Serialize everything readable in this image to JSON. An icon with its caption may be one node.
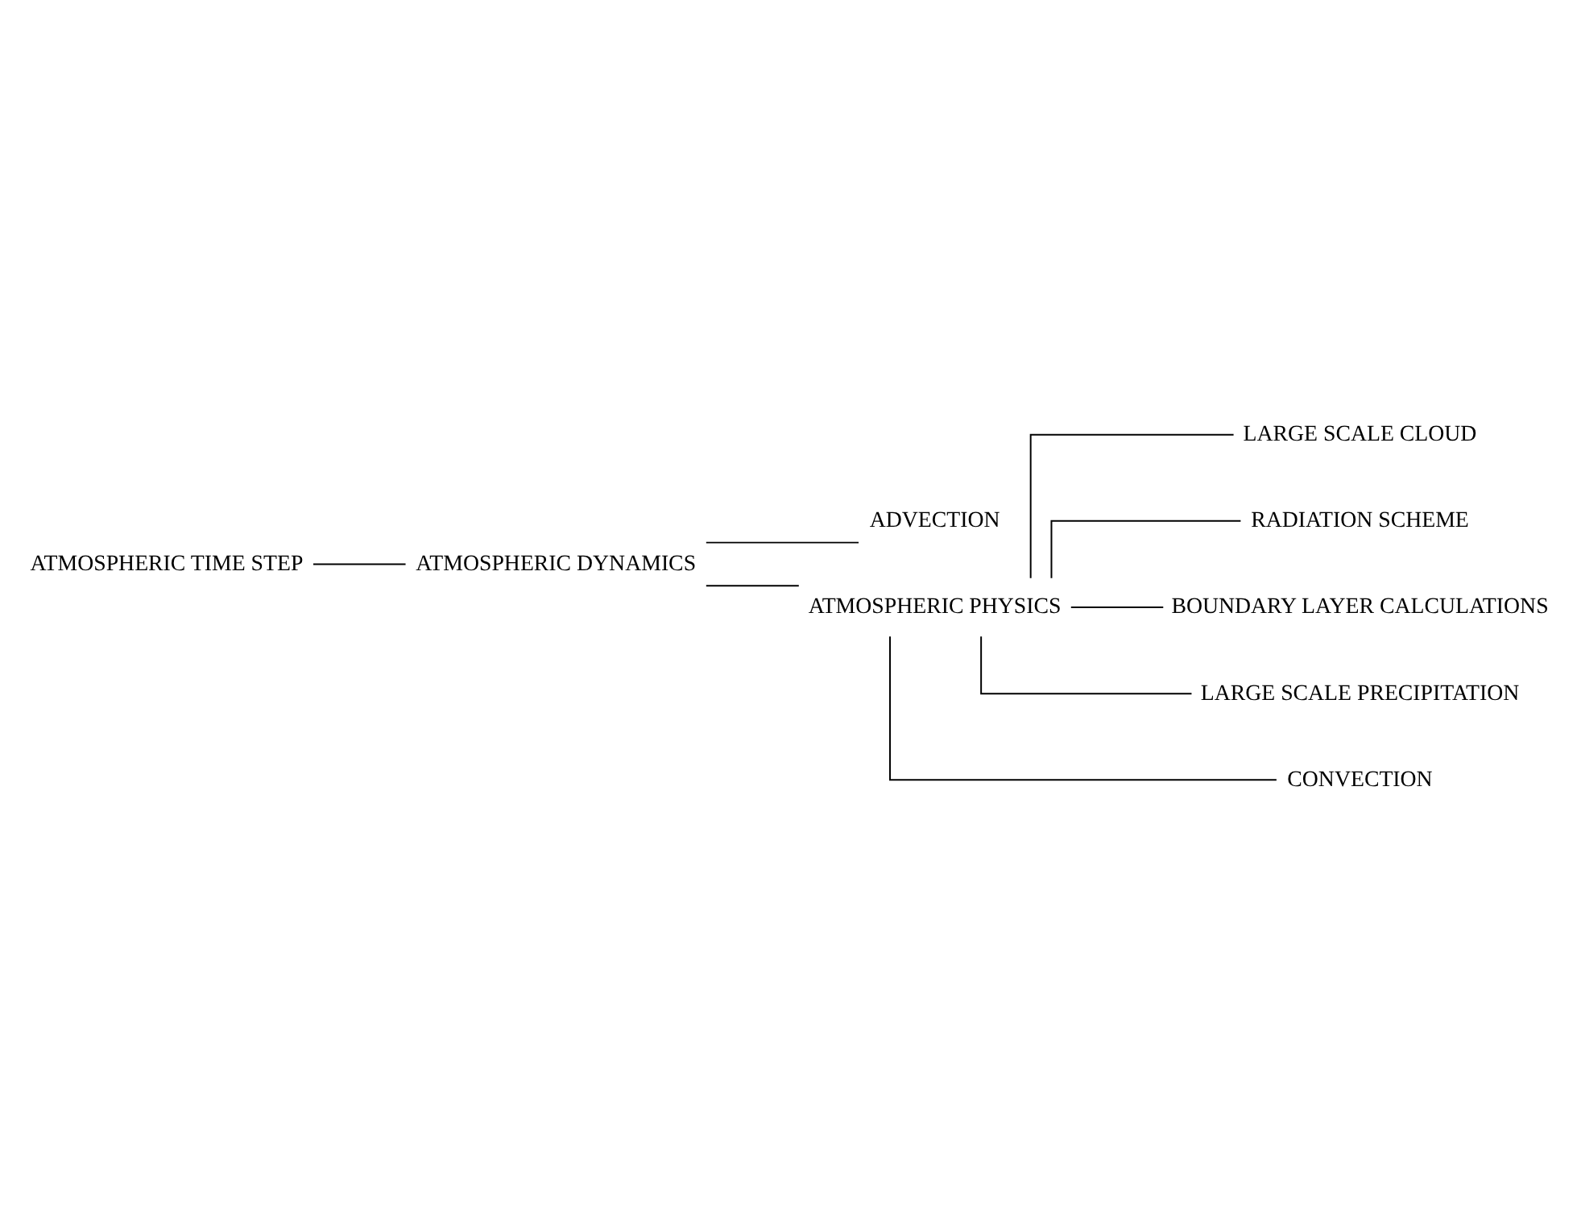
{
  "diagram": {
    "nodes": [
      {
        "text": [
          "ATMOSPHERIC TIME STEP"
        ]
      },
      {
        "text": [
          "ATMOSPHERIC DYNAMICS"
        ]
      },
      {
        "text": [
          "ADVECTION"
        ]
      },
      {
        "text": [
          "ATMOSPHERIC PHYSICS"
        ]
      },
      {
        "text": [
          "LARGE SCALE CLOUD"
        ]
      },
      {
        "text": [
          "RADIATION SCHEME"
        ]
      },
      {
        "text": [
          "BOUNDARY LAYER CALCULATIONS"
        ]
      },
      {
        "text": [
          "LARGE SCALE PRECIPITATION"
        ]
      },
      {
        "text": [
          "CONVECTION"
        ]
      }
    ],
    "edges": [
      {
        "from": 0,
        "to": 1,
        "arrow": "none"
      },
      {
        "from": 1,
        "to": 2,
        "arrow": "none"
      },
      {
        "from": 1,
        "to": 3,
        "arrow": "none"
      },
      {
        "from": 3,
        "to": 4,
        "arrow": "none"
      },
      {
        "from": 3,
        "to": 5,
        "arrow": "none"
      },
      {
        "from": 3,
        "to": 6,
        "arrow": "none"
      },
      {
        "from": 3,
        "to": 7,
        "arrow": "none"
      },
      {
        "from": 3,
        "to": 8,
        "arrow": "none"
      }
    ]
  }
}
